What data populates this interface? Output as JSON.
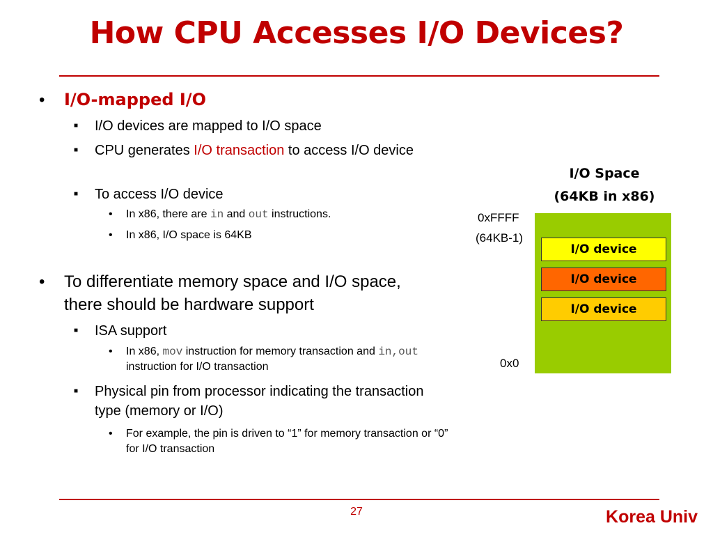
{
  "slide": {
    "title": "How CPU Accesses I/O Devices?",
    "page_number": "27",
    "brand": "Korea Univ"
  },
  "bullets": {
    "b1": {
      "heading": "I/O-mapped I/O"
    },
    "b1_1": {
      "text": "I/O devices are mapped to I/O space"
    },
    "b1_2": {
      "pre": "CPU generates ",
      "highlight": "I/O transaction",
      "post": " to access I/O device"
    },
    "b1_3": {
      "text": "To access I/O device"
    },
    "b1_3_1": {
      "pre": "In x86, there are ",
      "code1": "in",
      "mid": " and ",
      "code2": "out",
      "post": " instructions."
    },
    "b1_3_2": {
      "text": "In x86, I/O space is 64KB"
    },
    "b2": {
      "text": "To differentiate memory space and I/O space, there should be hardware support"
    },
    "b2_1": {
      "text": "ISA support"
    },
    "b2_1_1": {
      "pre": "In x86, ",
      "code1": "mov",
      "mid": " instruction for memory transaction and ",
      "code2": "in,out",
      "post": " instruction for I/O transaction"
    },
    "b2_2": {
      "text": "Physical pin from processor indicating the transaction type (memory or I/O)"
    },
    "b2_2_1": {
      "text": "For example, the pin is driven to “1” for memory transaction or “0” for I/O transaction"
    }
  },
  "io_space": {
    "title_line1": "I/O Space",
    "title_line2": "(64KB in x86)",
    "top_addr": "0xFFFF",
    "top_addr_note": "(64KB-1)",
    "bottom_addr": "0x0",
    "space_color": "#99cc00",
    "devices": [
      {
        "label": "I/O device",
        "color": "#ffff00"
      },
      {
        "label": "I/O device",
        "color": "#ff6600"
      },
      {
        "label": "I/O device",
        "color": "#ffcc00"
      }
    ]
  },
  "colors": {
    "accent": "#c00000"
  }
}
